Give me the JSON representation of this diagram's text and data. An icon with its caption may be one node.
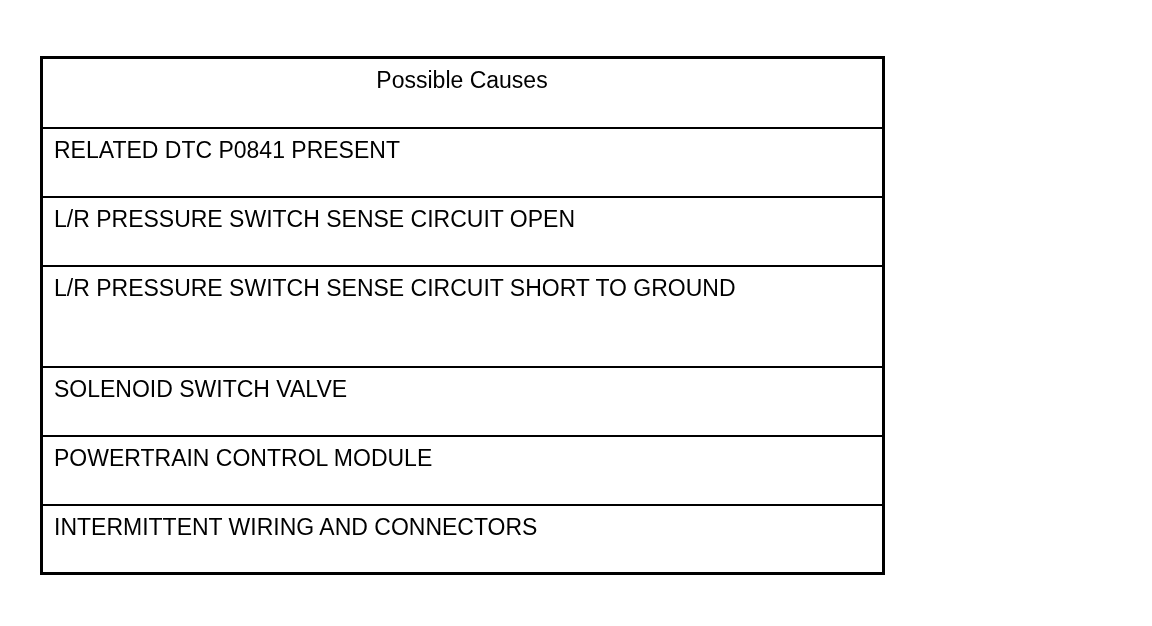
{
  "diagram": {
    "labels": [
      "Possible Causes",
      "RELATED DTC P0841 PRESENT",
      "L/R PRESSURE SWITCH SENSE CIRCUIT OPEN",
      "L/R PRESSURE SWITCH SENSE CIRCUIT SHORT TO GROUND",
      "SOLENOID SWITCH VALVE",
      "POWERTRAIN CONTROL MODULE",
      "INTERMITTENT WIRING AND CONNECTORS"
    ]
  }
}
